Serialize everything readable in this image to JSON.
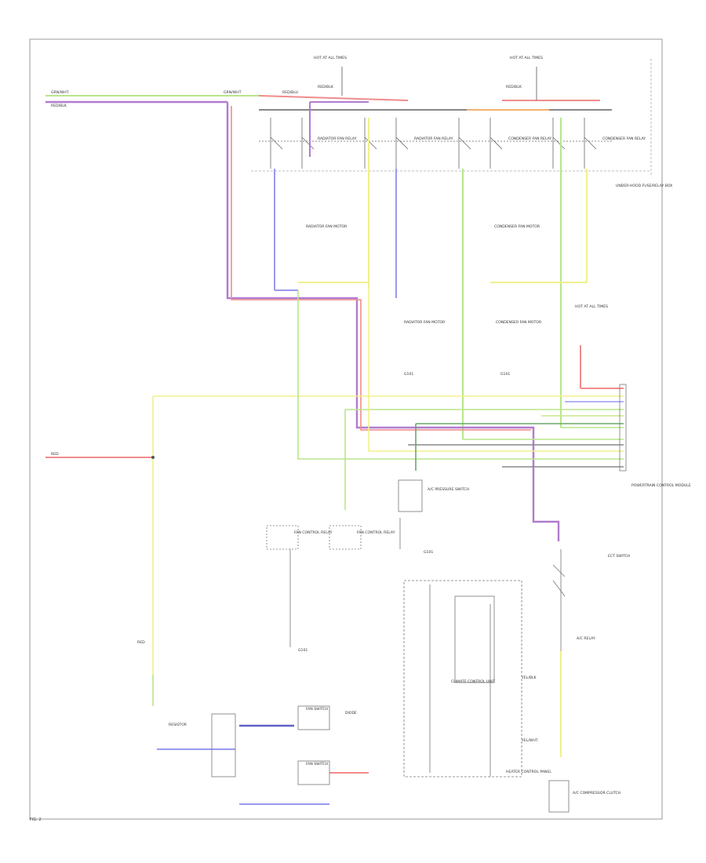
{
  "diagram": {
    "hot_labels": [
      "HOT AT ALL TIMES",
      "HOT AT ALL TIMES",
      "HOT AT ALL TIMES"
    ],
    "wire_labels": {
      "top_left_1": "GRN/WHT",
      "top_left_2": "GRN/WHT",
      "top_left_3": "RED/BLK",
      "top_mid_1": "RED/BLU",
      "top_mid_2": "RED/BLK",
      "top_right_1": "RED/BLK",
      "red_left": "RED",
      "red_lower": "RED",
      "yel_blk": "YEL/BLK",
      "yel_wht": "YEL/WHT"
    },
    "components": {
      "relay_1": "RADIATOR FAN RELAY",
      "relay_2": "RADIATOR FAN RELAY",
      "relay_3": "CONDENSER FAN RELAY",
      "relay_4": "CONDENSER FAN RELAY",
      "underhood_box": "UNDER-HOOD FUSE/RELAY BOX",
      "fan_motor_1": "RADIATOR FAN MOTOR",
      "fan_motor_2": "CONDENSER FAN MOTOR",
      "radiator_fan_motor": "RADIATOR FAN MOTOR",
      "condenser_fan_motor": "CONDENSER FAN MOTOR",
      "pcm": "POWERTRAIN CONTROL MODULE",
      "ac_pressure_switch": "A/C PRESSURE SWITCH",
      "fan_control_1": "FAN CONTROL RELAY",
      "fan_control_2": "FAN CONTROL RELAY",
      "ac_relay": "A/C RELAY",
      "ac_clutch": "A/C COMPRESSOR CLUTCH",
      "thermo_switch_a": "FAN SWITCH",
      "thermo_switch_b": "FAN SWITCH",
      "ground_left": "G101",
      "ground_mid": "G101",
      "ground_low": "G101",
      "resistor": "RESISTOR",
      "diode": "DIODE",
      "climate_unit": "CLIMATE CONTROL UNIT",
      "ect_unit": "ECT SWITCH",
      "ground_ac": "G101",
      "heater_control": "HEATER CONTROL PANEL"
    },
    "footer": "FIG. 2"
  }
}
